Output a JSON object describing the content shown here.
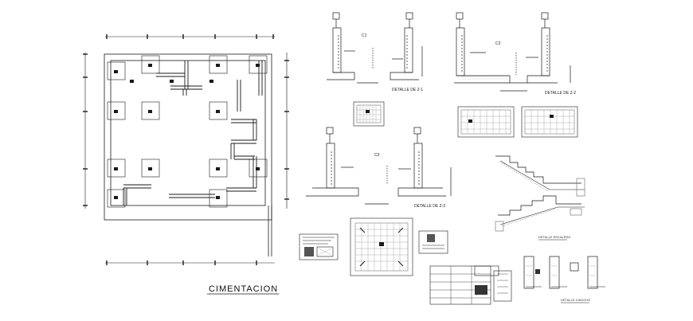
{
  "plan_title": "CIMENTACION",
  "sections": [
    {
      "id": "c1",
      "heading": "C1",
      "caption": "DETALLE DE Z-1"
    },
    {
      "id": "c2",
      "heading": "C2",
      "caption": "DETALLE DE Z-2"
    },
    {
      "id": "c3",
      "heading": "C3",
      "caption": "DETALLE DE Z-3"
    }
  ],
  "stair_caption": "DETALLE ESCALERA",
  "cinchos_caption": "DETALLE CINCHOS",
  "colors": {
    "line": "#1a1a1a",
    "hatch": "#9a9a9a",
    "bg": "#ffffff"
  }
}
